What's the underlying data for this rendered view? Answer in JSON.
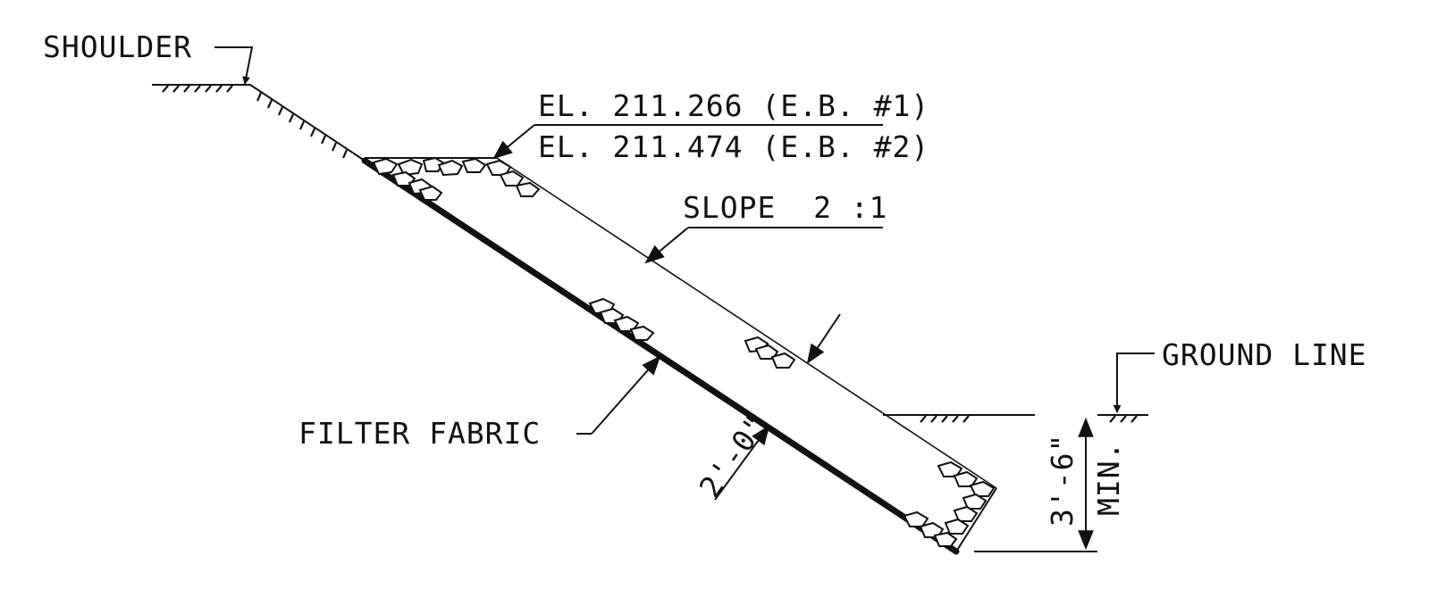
{
  "labels": {
    "shoulder": "SHOULDER",
    "elevation_1": "EL. 211.266 (E.B. #1)",
    "elevation_2": "EL. 211.474 (E.B. #2)",
    "slope": "SLOPE  2 :1",
    "filter_fabric": "FILTER FABRIC",
    "thickness": "2'-0\"",
    "ground_line": "GROUND LINE",
    "depth": "3'-6\"",
    "depth_note": "MIN."
  }
}
